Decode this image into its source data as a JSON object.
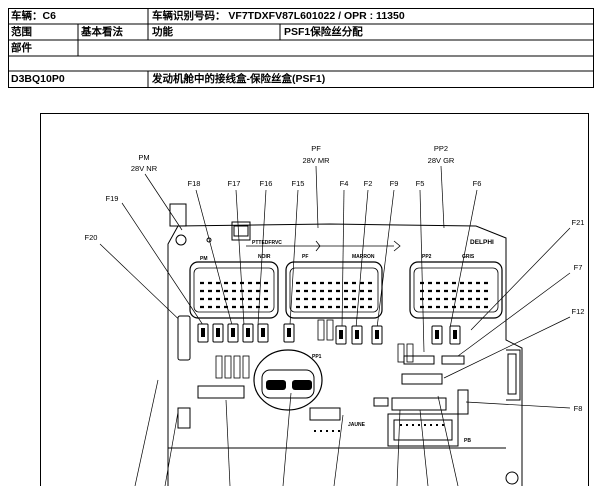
{
  "header": {
    "vehicle": "车辆：C6",
    "vin": "车辆识别号码： VF7TDXFV87L601022 / OPR : 11350",
    "scope_label": "范围",
    "scope_value": "基本看法",
    "function_label": "功能",
    "function_value": "PSF1保险丝分配",
    "part_label": "部件",
    "code": "D3BQ10P0",
    "description": "发动机舱中的接线盒-保险丝盒(PSF1)"
  },
  "diagram": {
    "connectors": {
      "pm": {
        "name": "PM",
        "spec": "28V NR"
      },
      "pf": {
        "name": "PF",
        "spec": "28V MR"
      },
      "pp2": {
        "name": "PP2",
        "spec": "28V GR"
      }
    },
    "fuses": {
      "f18": "F18",
      "f17": "F17",
      "f16": "F16",
      "f15": "F15",
      "f4": "F4",
      "f2": "F2",
      "f9": "F9",
      "f5": "F5",
      "f6": "F6",
      "f19": "F19",
      "f20": "F20",
      "f21": "F21",
      "f7": "F7",
      "f12": "F12",
      "f8": "F8"
    },
    "body_text": {
      "brand": "DELPHI",
      "noir": "NOIR",
      "marron": "MARRON",
      "gris": "GRIS",
      "jaune": "JAUNE",
      "pm": "PM",
      "pf": "PF",
      "pp2": "PP2",
      "pp1": "PP1",
      "pb": "PB",
      "ptt": "PTTEDFRVC"
    }
  }
}
